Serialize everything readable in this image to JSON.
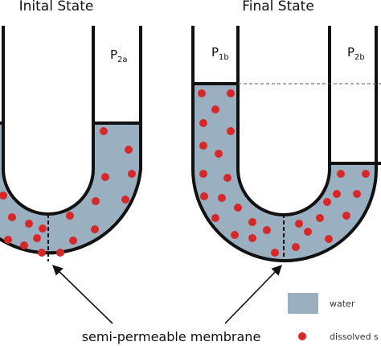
{
  "panels": {
    "initial": {
      "title": "Inital State",
      "pressure_right": {
        "main": "P",
        "sub": "2a"
      }
    },
    "final": {
      "title": "Final State",
      "pressure_left": {
        "main": "P",
        "sub": "1b"
      },
      "pressure_right": {
        "main": "P",
        "sub": "2b"
      }
    }
  },
  "annotation": {
    "label": "semi-permeable membrane"
  },
  "legend": {
    "items": [
      {
        "label": "water",
        "symbol": "swatch"
      },
      {
        "label": "dissolved s",
        "symbol": "dot"
      }
    ]
  },
  "colors": {
    "water": "#9aafc0",
    "solute": "#d62828",
    "tube": "#111111"
  }
}
